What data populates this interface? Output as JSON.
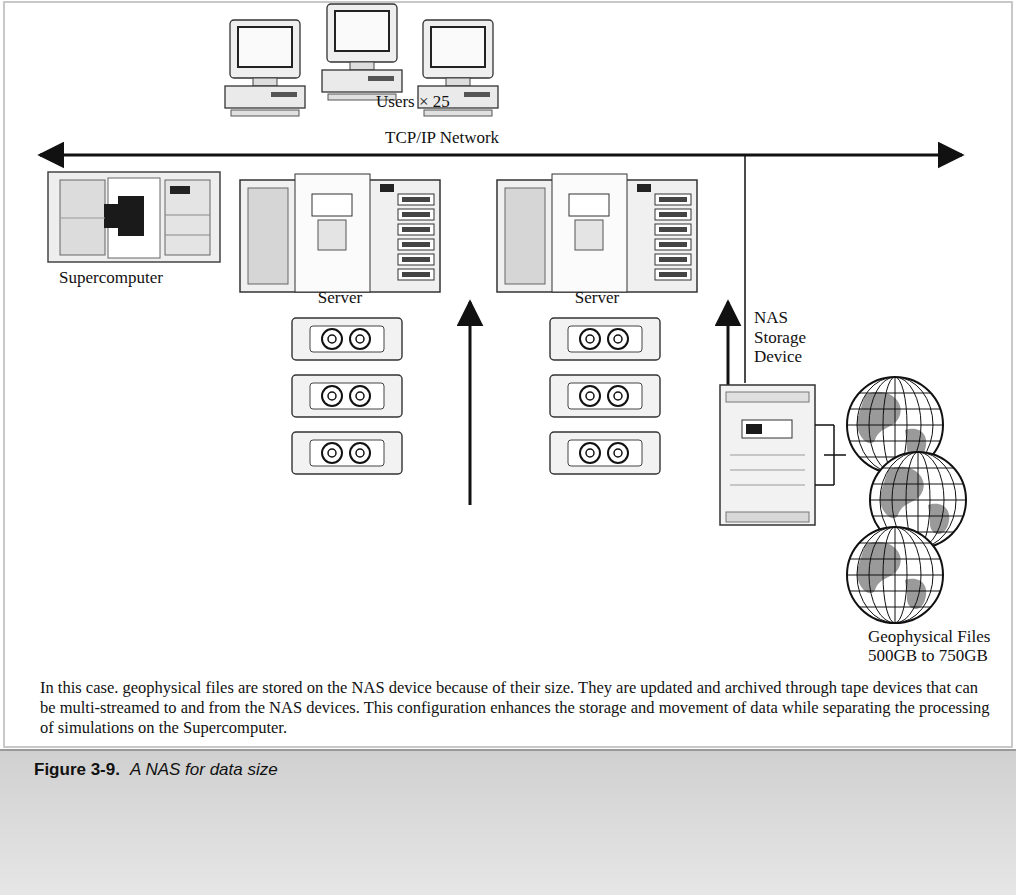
{
  "diagram": {
    "caption": "A NAS for data size",
    "nodes": [
      {
        "text": [
          "Users × 25"
        ]
      },
      {
        "text": [
          "Supercomputer"
        ]
      },
      {
        "text": [
          "Server"
        ]
      },
      {
        "text": [
          "Server"
        ]
      },
      {
        "text": [
          "NAS Storage Device"
        ]
      },
      {
        "text": [
          "Geophysical Files",
          "500GB to 750GB"
        ]
      }
    ],
    "edges": [
      {
        "from": 4,
        "to": 5,
        "arrow": "none"
      }
    ],
    "labels": [
      "TCP/IP Network",
      "In this case. geophysical files are stored on the NAS device because of their size. They are updated and archived through tape devices that can be multi-streamed to and from the NAS devices. This configuration enhances the storage and movement of data while separating the processing of simulations on the Supercomputer.",
      "Figure 3-9."
    ]
  }
}
